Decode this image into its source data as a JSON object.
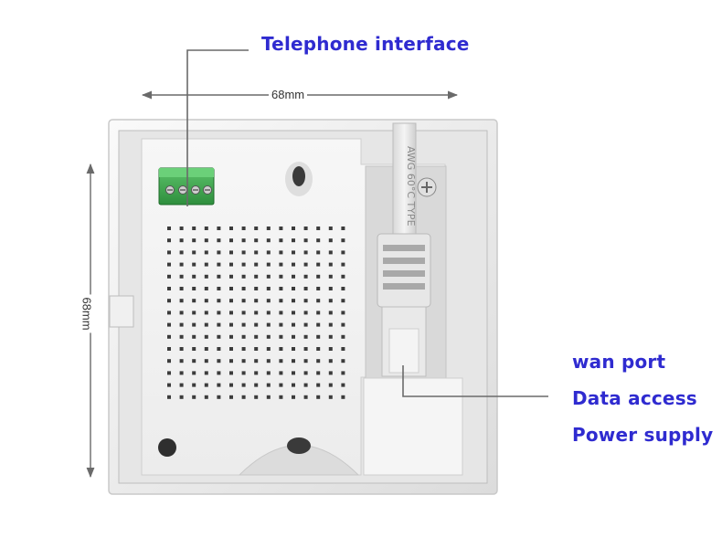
{
  "labels": {
    "telephone_interface": "Telephone interface",
    "wan_port": "wan port",
    "data_access": "Data access",
    "power_supply": "Power supply"
  },
  "dimensions": {
    "width": "68mm",
    "height": "68mm"
  },
  "cable_print": "AWG 60°C TYPE",
  "colors": {
    "callout_text": "#2f2bd0",
    "terminal_block": "#3fae4f",
    "panel": "#f4f4f4",
    "dimension_line": "#6a6a6a"
  }
}
